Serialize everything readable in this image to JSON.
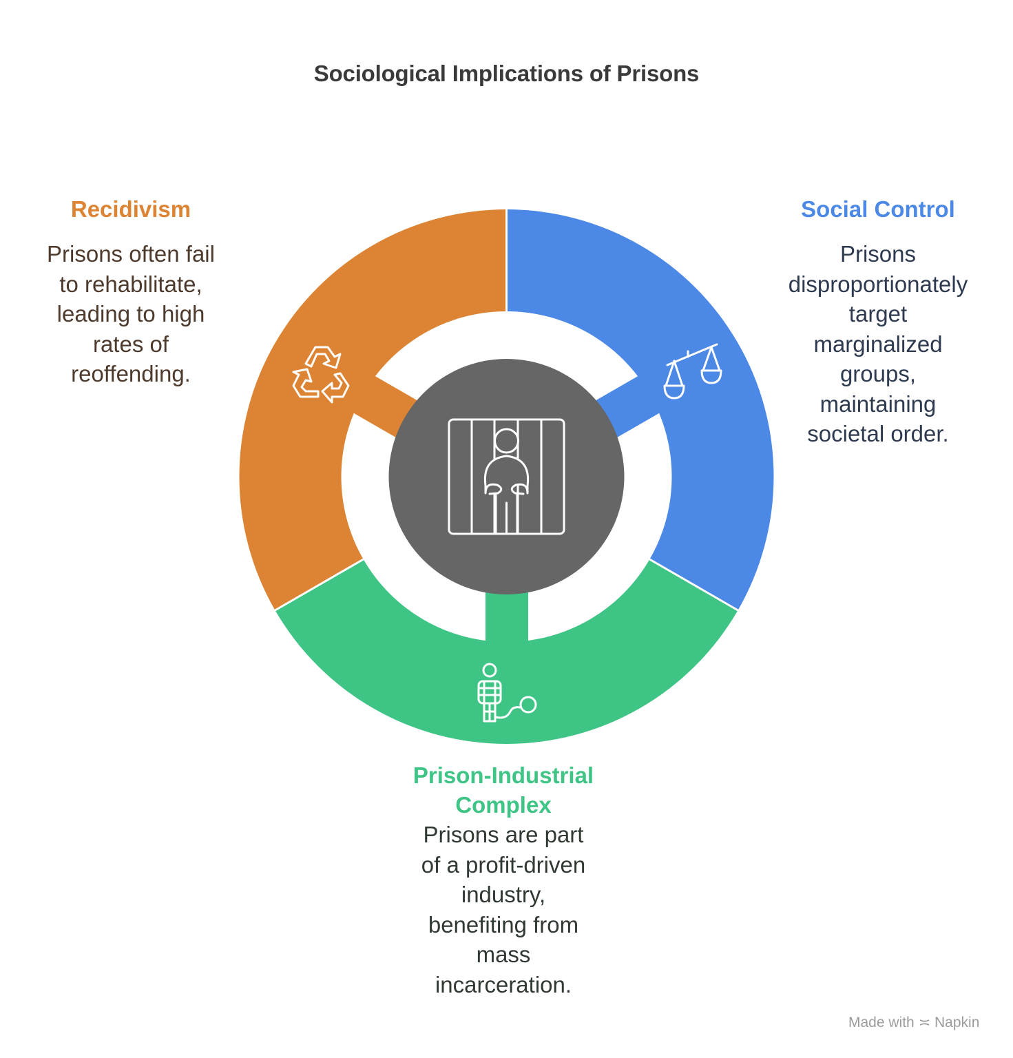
{
  "title": "Sociological Implications of Prisons",
  "colors": {
    "recidivism": "#DC8433",
    "social_control": "#4C88E5",
    "prison_industrial": "#3EC585",
    "center": "#666666",
    "title": "#3a3a3a"
  },
  "segments": [
    {
      "id": "recidivism",
      "heading": "Recidivism",
      "icon": "recycle-icon",
      "description_lines": [
        "Prisons often fail",
        "to rehabilitate,",
        "leading to high",
        "rates of",
        "reoffending."
      ]
    },
    {
      "id": "social_control",
      "heading": "Social Control",
      "icon": "scales-icon",
      "description_lines": [
        "Prisons",
        "disproportionately",
        "target",
        "marginalized",
        "groups,",
        "maintaining",
        "societal order."
      ]
    },
    {
      "id": "prison_industrial",
      "heading_lines": [
        "Prison-Industrial",
        "Complex"
      ],
      "icon": "prisoner-ball-chain-icon",
      "description_lines": [
        "Prisons are part",
        "of a profit-driven",
        "industry,",
        "benefiting from",
        "mass",
        "incarceration."
      ]
    }
  ],
  "center_icon": "prisoner-behind-bars-icon",
  "watermark": {
    "prefix": "Made with",
    "brand": "Napkin"
  }
}
